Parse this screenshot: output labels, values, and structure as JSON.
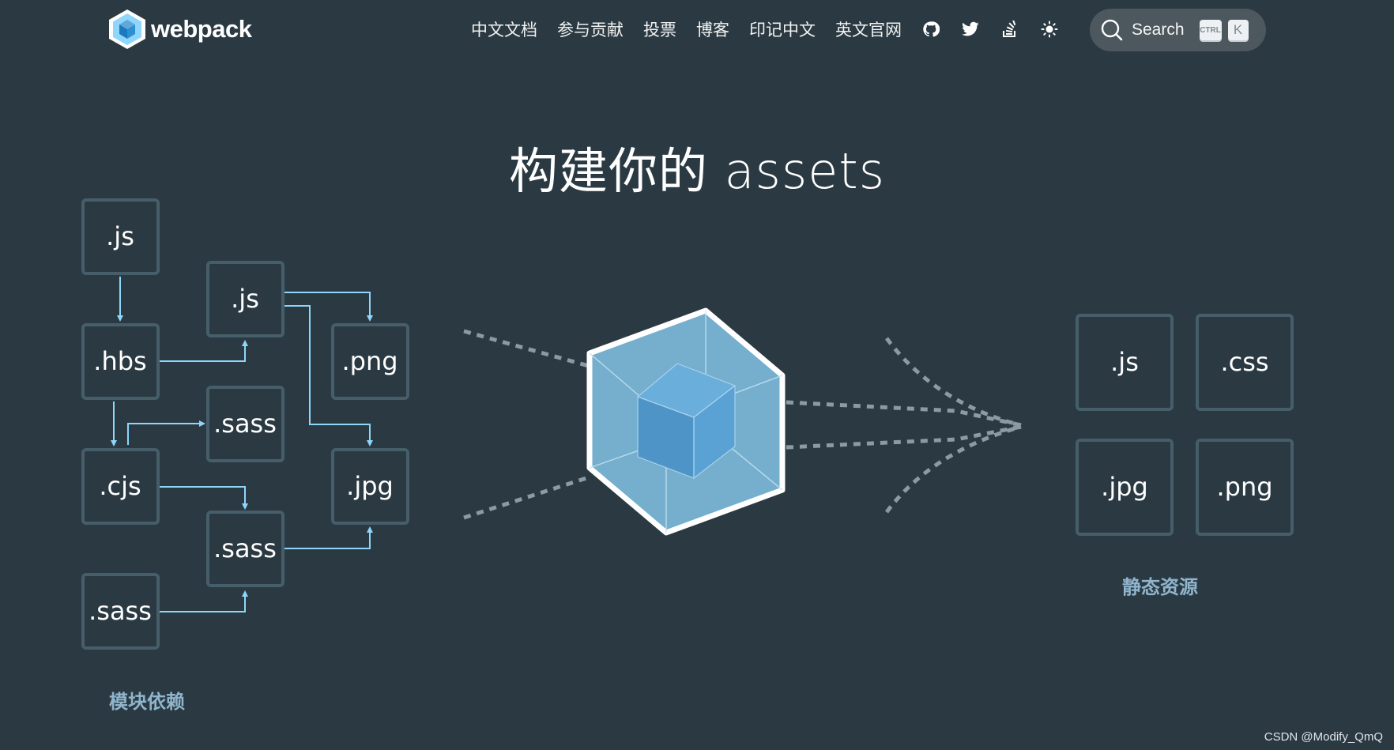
{
  "brand": {
    "name": "webpack"
  },
  "nav": {
    "links": [
      "中文文档",
      "参与贡献",
      "投票",
      "博客",
      "印记中文",
      "英文官网"
    ],
    "icons": [
      "github-icon",
      "twitter-icon",
      "stack-overflow-icon",
      "sun-icon"
    ]
  },
  "search": {
    "label": "Search",
    "shortcut_ctrl": "CTRL",
    "shortcut_key": "K"
  },
  "hero": {
    "title": "构建你的 assets"
  },
  "diagram": {
    "modules": [
      ".js",
      ".js",
      ".hbs",
      ".png",
      ".sass",
      ".cjs",
      ".jpg",
      ".sass",
      ".sass"
    ],
    "modules_caption": "模块依赖",
    "assets": [
      ".js",
      ".css",
      ".jpg",
      ".png"
    ],
    "assets_caption": "静态资源"
  },
  "watermark": "CSDN @Modify_QmQ",
  "colors": {
    "background": "#2b3a42",
    "box_border": "#465e69",
    "arrow": "#8ed6fb",
    "cube_light": "#8ed6fb",
    "cube_dark": "#1c78c0",
    "caption": "#8fb4cc"
  }
}
